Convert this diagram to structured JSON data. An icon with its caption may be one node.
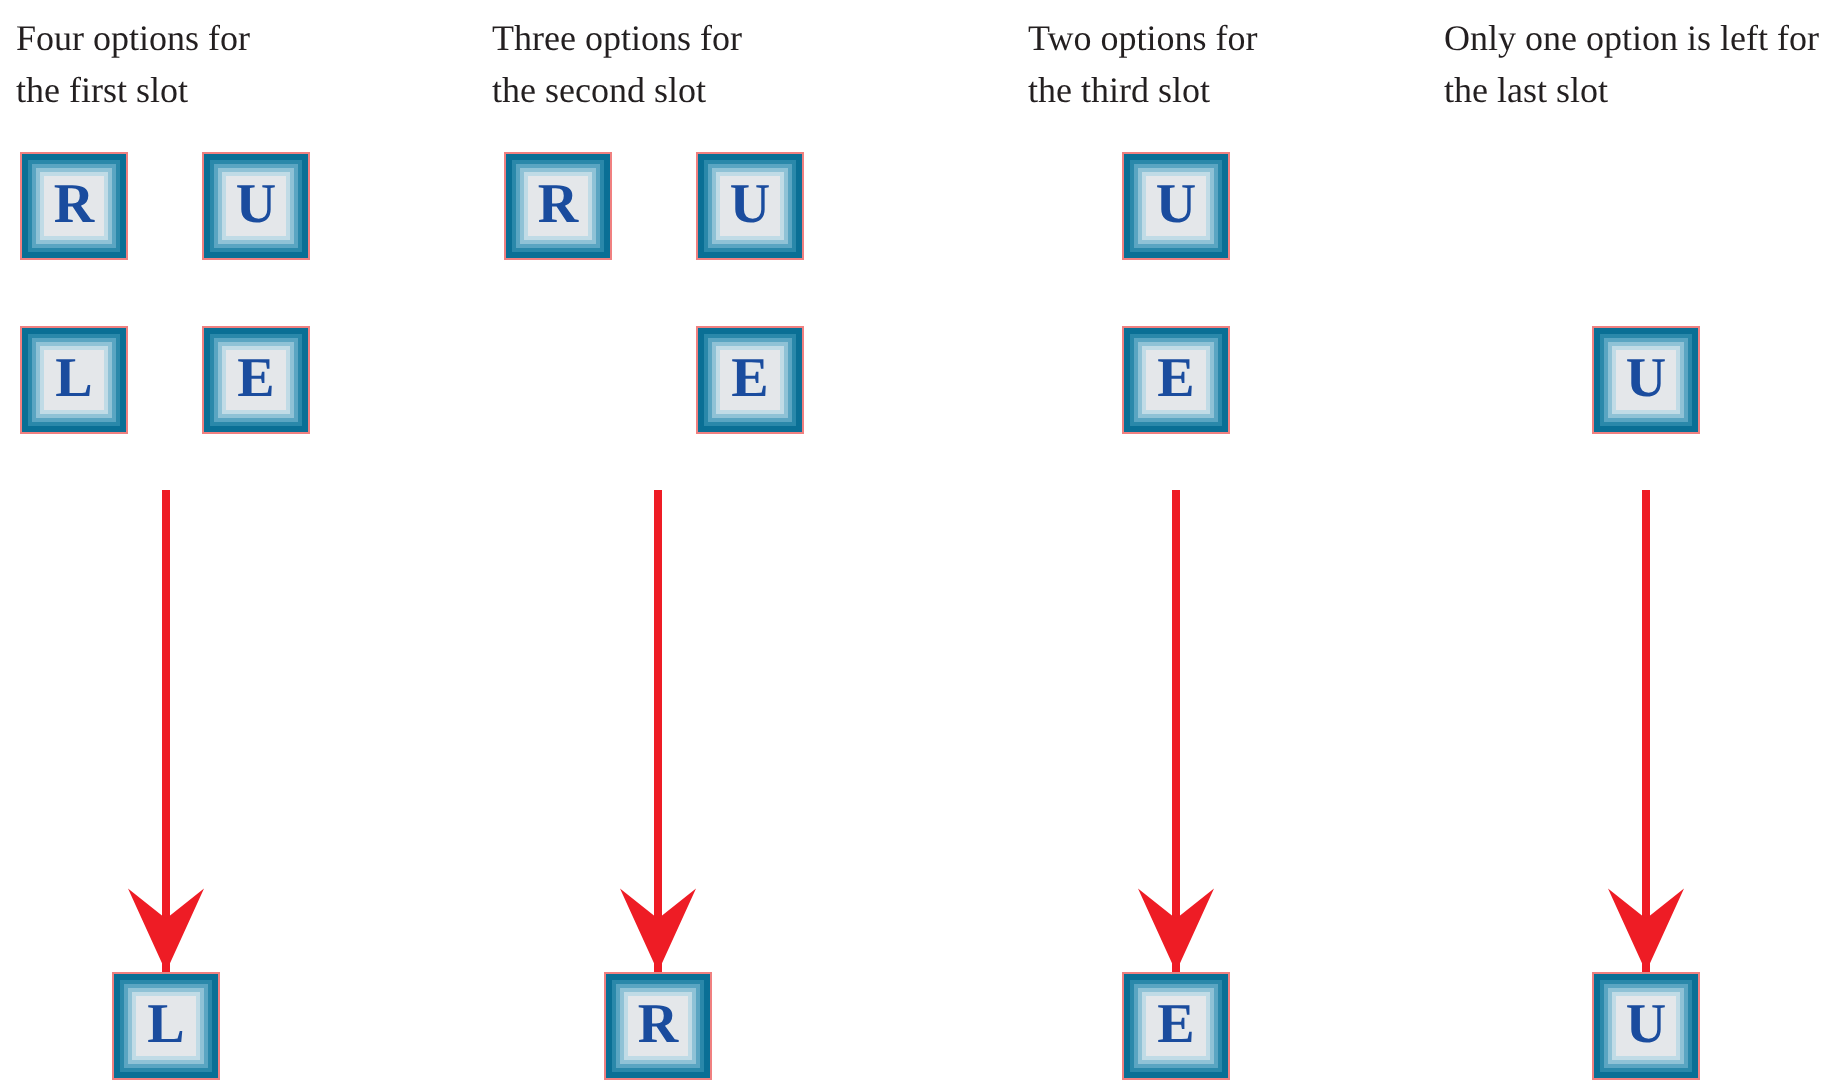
{
  "diagram": {
    "nodes": [
      {
        "text": [
          "R"
        ]
      },
      {
        "text": [
          "U"
        ]
      },
      {
        "text": [
          "L"
        ]
      },
      {
        "text": [
          "E"
        ]
      },
      {
        "text": [
          "R"
        ]
      },
      {
        "text": [
          "U"
        ]
      },
      {
        "text": [
          "E"
        ]
      },
      {
        "text": [
          "U"
        ]
      },
      {
        "text": [
          "E"
        ]
      },
      {
        "text": [
          "U"
        ]
      },
      {
        "text": [
          "L"
        ]
      },
      {
        "text": [
          "R"
        ]
      },
      {
        "text": [
          "E"
        ]
      },
      {
        "text": [
          "U"
        ]
      }
    ],
    "edges": [
      {
        "from": null,
        "to": 10,
        "arrow": "to"
      },
      {
        "from": null,
        "to": 11,
        "arrow": "to"
      },
      {
        "from": null,
        "to": 12,
        "arrow": "to"
      },
      {
        "from": null,
        "to": 13,
        "arrow": "to"
      }
    ],
    "labels": [
      "Four options for the first slot",
      "Three options for the second slot",
      "Two options for the third slot",
      "Only one option is left for the last slot"
    ]
  }
}
